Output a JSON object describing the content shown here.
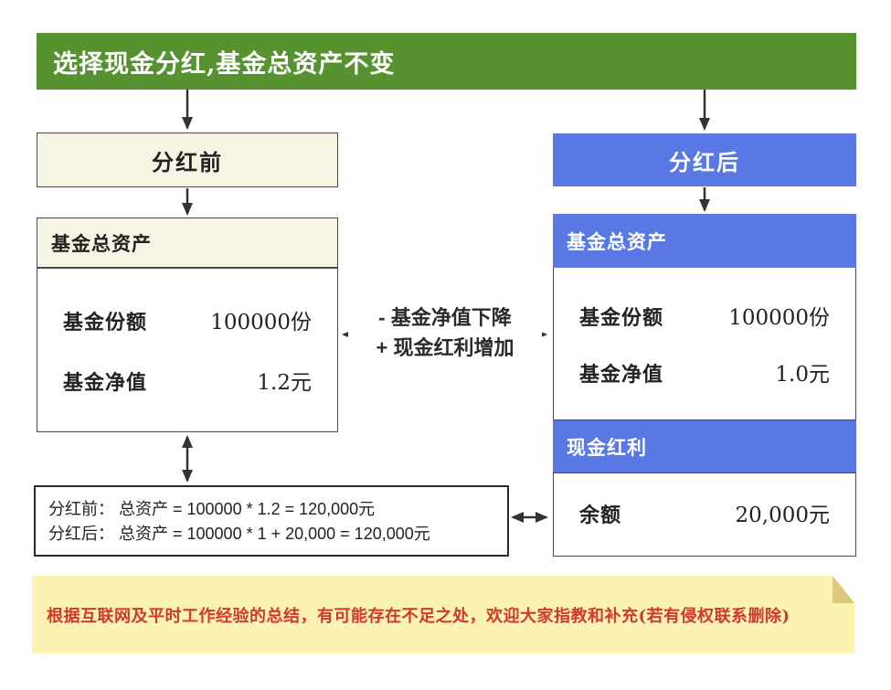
{
  "banner": {
    "title": "选择现金分红,基金总资产不变"
  },
  "before": {
    "title": "分红前",
    "assets_header": "基金总资产",
    "rows": [
      {
        "label": "基金份额",
        "value": "100000份"
      },
      {
        "label": "基金净值",
        "value": "1.2元"
      }
    ]
  },
  "after": {
    "title": "分红后",
    "assets_header": "基金总资产",
    "rows": [
      {
        "label": "基金份额",
        "value": "100000份"
      },
      {
        "label": "基金净值",
        "value": "1.0元"
      }
    ],
    "dividend_header": "现金红利",
    "balance": {
      "label": "余额",
      "value": "20,000元"
    }
  },
  "middle_note": {
    "line1": "- 基金净值下降",
    "line2": "+ 现金红利增加"
  },
  "formula": {
    "line1": "分红前： 总资产 = 100000 * 1.2 = 120,000元",
    "line2": "分红后： 总资产 = 100000 * 1 + 20,000 = 120,000元"
  },
  "footnote": {
    "text": "根据互联网及平时工作经验的总结，有可能存在不足之处，欢迎大家指教和补充(若有侵权联系删除)"
  },
  "colors": {
    "green": "#569230",
    "blue": "#5A78E4",
    "cream": "#F8F4E3",
    "note_bg": "#FCF3B3",
    "note_fold": "#DEC87B",
    "note_text": "#D2382E",
    "arrow": "#333333",
    "border": "#4a4a4a"
  }
}
